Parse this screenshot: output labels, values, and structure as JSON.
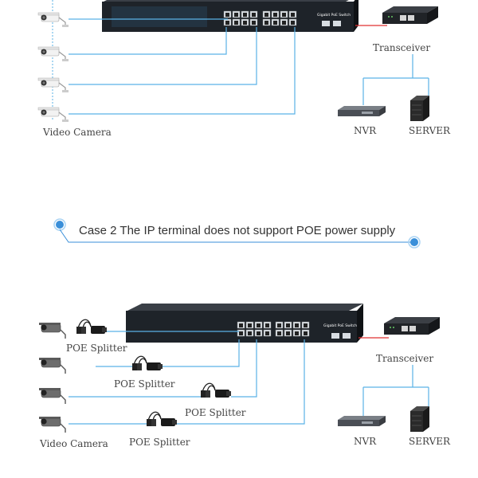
{
  "top_section": {
    "switch_title": "Gigabit PoE Switch",
    "camera_label": "Video Camera",
    "transceiver_label": "Transceiver",
    "nvr_label": "NVR",
    "server_label": "SERVER"
  },
  "case2": {
    "title": "Case 2 The IP terminal does not support POE power supply"
  },
  "bottom_section": {
    "switch_title": "Gigabit PoE Switch",
    "camera_label": "Video Camera",
    "splitter_labels": [
      "POE Splitter",
      "POE Splitter",
      "POE Splitter",
      "POE Splitter"
    ],
    "transceiver_label": "Transceiver",
    "nvr_label": "NVR",
    "server_label": "SERVER"
  },
  "colors": {
    "wire": "#5ab2e6",
    "fiber": "#e03030",
    "switch_body": "#1e2329",
    "switch_panel": "#2a4a66",
    "accent_dot": "#3a8fd9"
  },
  "icons": [
    "bullet-camera-icon",
    "poe-switch-icon",
    "fiber-transceiver-icon",
    "nvr-icon",
    "server-rack-icon",
    "poe-splitter-icon",
    "dot-icon"
  ]
}
